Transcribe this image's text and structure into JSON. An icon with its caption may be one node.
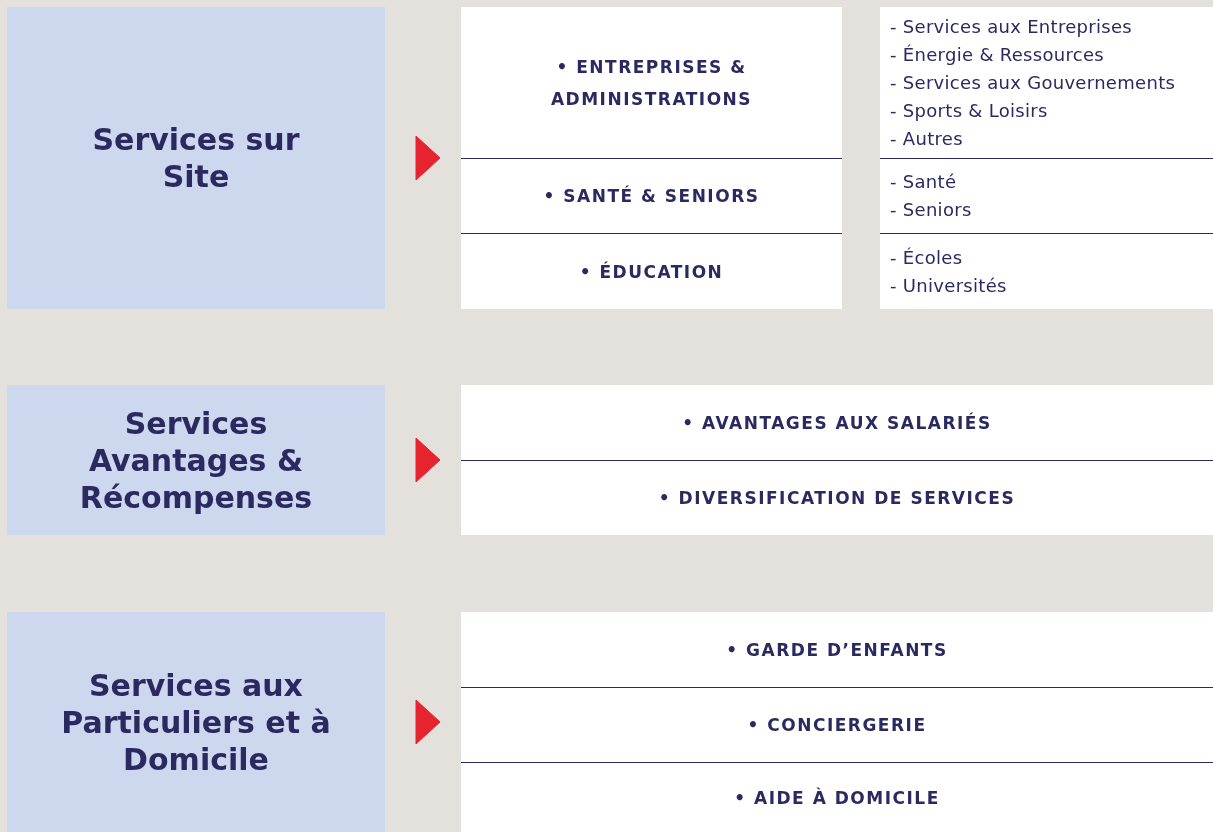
{
  "diagram": {
    "nodes": [
      {
        "text": [
          "Services sur Site"
        ]
      },
      {
        "text": [],
        "shape": "box"
      },
      {
        "text": [
          "• ENTREPRISES & ADMINISTRATIONS"
        ],
        "in": 1
      },
      {
        "text": [
          "• SANTÉ & SENIORS"
        ],
        "in": 1
      },
      {
        "text": [
          "• ÉDUCATION"
        ],
        "in": 1
      },
      {
        "text": [],
        "shape": "box"
      },
      {
        "text": [
          "- Services aux Entreprises",
          "- Énergie & Ressources",
          "- Services aux Gouvernements",
          "- Sports & Loisirs",
          "- Autres"
        ],
        "in": 5
      },
      {
        "text": [
          "- Santé",
          "- Seniors"
        ],
        "in": 5
      },
      {
        "text": [
          "- Écoles",
          "- Universités"
        ],
        "in": 5
      },
      {
        "text": [
          "Services Avantages & Récompenses"
        ]
      },
      {
        "text": [],
        "shape": "box"
      },
      {
        "text": [
          "• AVANTAGES AUX SALARIÉS"
        ],
        "in": 10
      },
      {
        "text": [
          "• DIVERSIFICATION DE SERVICES"
        ],
        "in": 10
      },
      {
        "text": [
          "Services aux Particuliers et à Domicile"
        ]
      },
      {
        "text": [],
        "shape": "box"
      },
      {
        "text": [
          "• GARDE D’ENFANTS"
        ],
        "in": 14
      },
      {
        "text": [
          "• CONCIERGERIE"
        ],
        "in": 14
      },
      {
        "text": [
          "• AIDE À DOMICILE"
        ],
        "in": 14
      }
    ],
    "edges": [
      {
        "from": 0,
        "to": 1,
        "arrow": "to"
      },
      {
        "from": 9,
        "to": 10,
        "arrow": "to"
      },
      {
        "from": 13,
        "to": 14,
        "arrow": "to"
      }
    ]
  }
}
